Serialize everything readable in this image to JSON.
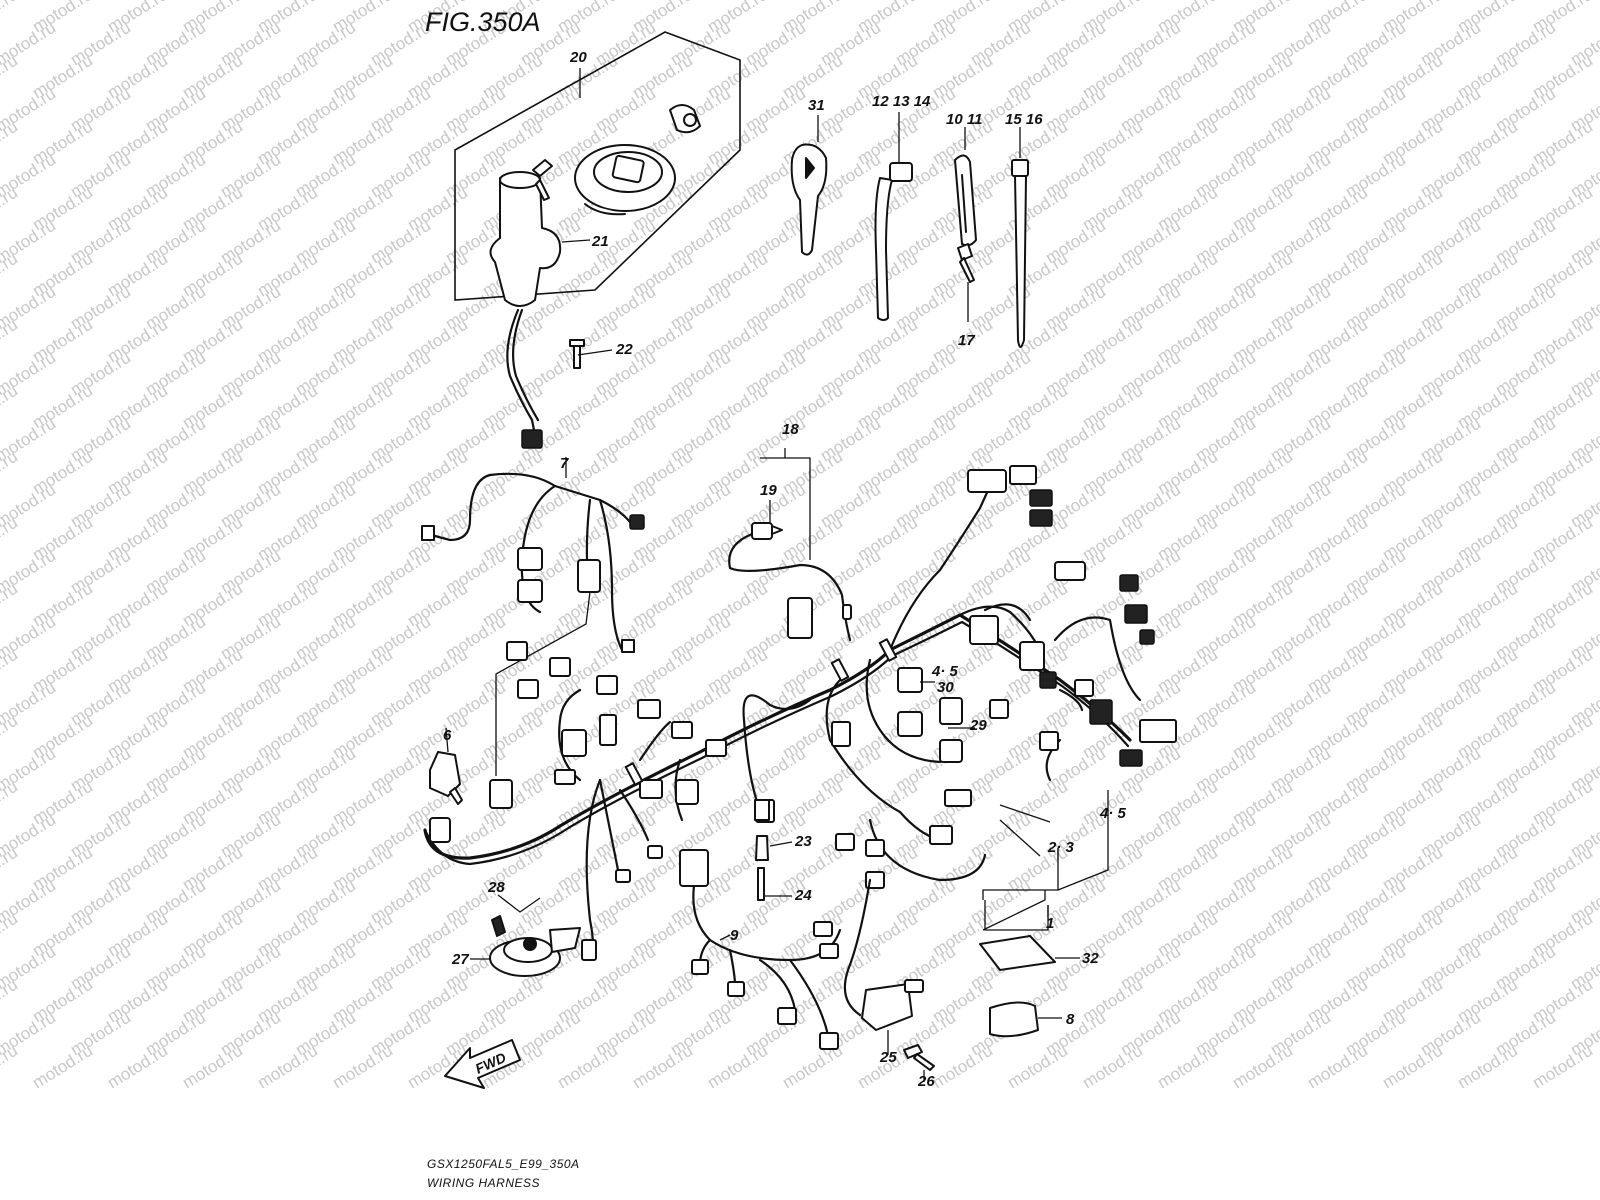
{
  "figure": {
    "title": "FIG.350A",
    "model_code": "GSX1250FAL5_E99_350A",
    "caption": "WIRING HARNESS",
    "direction_label": "FWD"
  },
  "watermark": "motod.ru",
  "callouts": [
    {
      "id": "c20",
      "text": "20"
    },
    {
      "id": "c21",
      "text": "21"
    },
    {
      "id": "c22",
      "text": "22"
    },
    {
      "id": "c31",
      "text": "31"
    },
    {
      "id": "c121314",
      "text": "12 13 14"
    },
    {
      "id": "c1011",
      "text": "10 11"
    },
    {
      "id": "c1516",
      "text": "15 16"
    },
    {
      "id": "c17",
      "text": "17"
    },
    {
      "id": "c18",
      "text": "18"
    },
    {
      "id": "c19",
      "text": "19"
    },
    {
      "id": "c7",
      "text": "7"
    },
    {
      "id": "c6",
      "text": "6"
    },
    {
      "id": "c45a",
      "text": "4· 5"
    },
    {
      "id": "c30",
      "text": "30"
    },
    {
      "id": "c29",
      "text": "29"
    },
    {
      "id": "c45b",
      "text": "4· 5"
    },
    {
      "id": "c23b",
      "text": "2· 3"
    },
    {
      "id": "c1",
      "text": "1"
    },
    {
      "id": "c23",
      "text": "23"
    },
    {
      "id": "c24",
      "text": "24"
    },
    {
      "id": "c9",
      "text": "9"
    },
    {
      "id": "c28",
      "text": "28"
    },
    {
      "id": "c27",
      "text": "27"
    },
    {
      "id": "c32",
      "text": "32"
    },
    {
      "id": "c8",
      "text": "8"
    },
    {
      "id": "c25",
      "text": "25"
    },
    {
      "id": "c26",
      "text": "26"
    }
  ]
}
